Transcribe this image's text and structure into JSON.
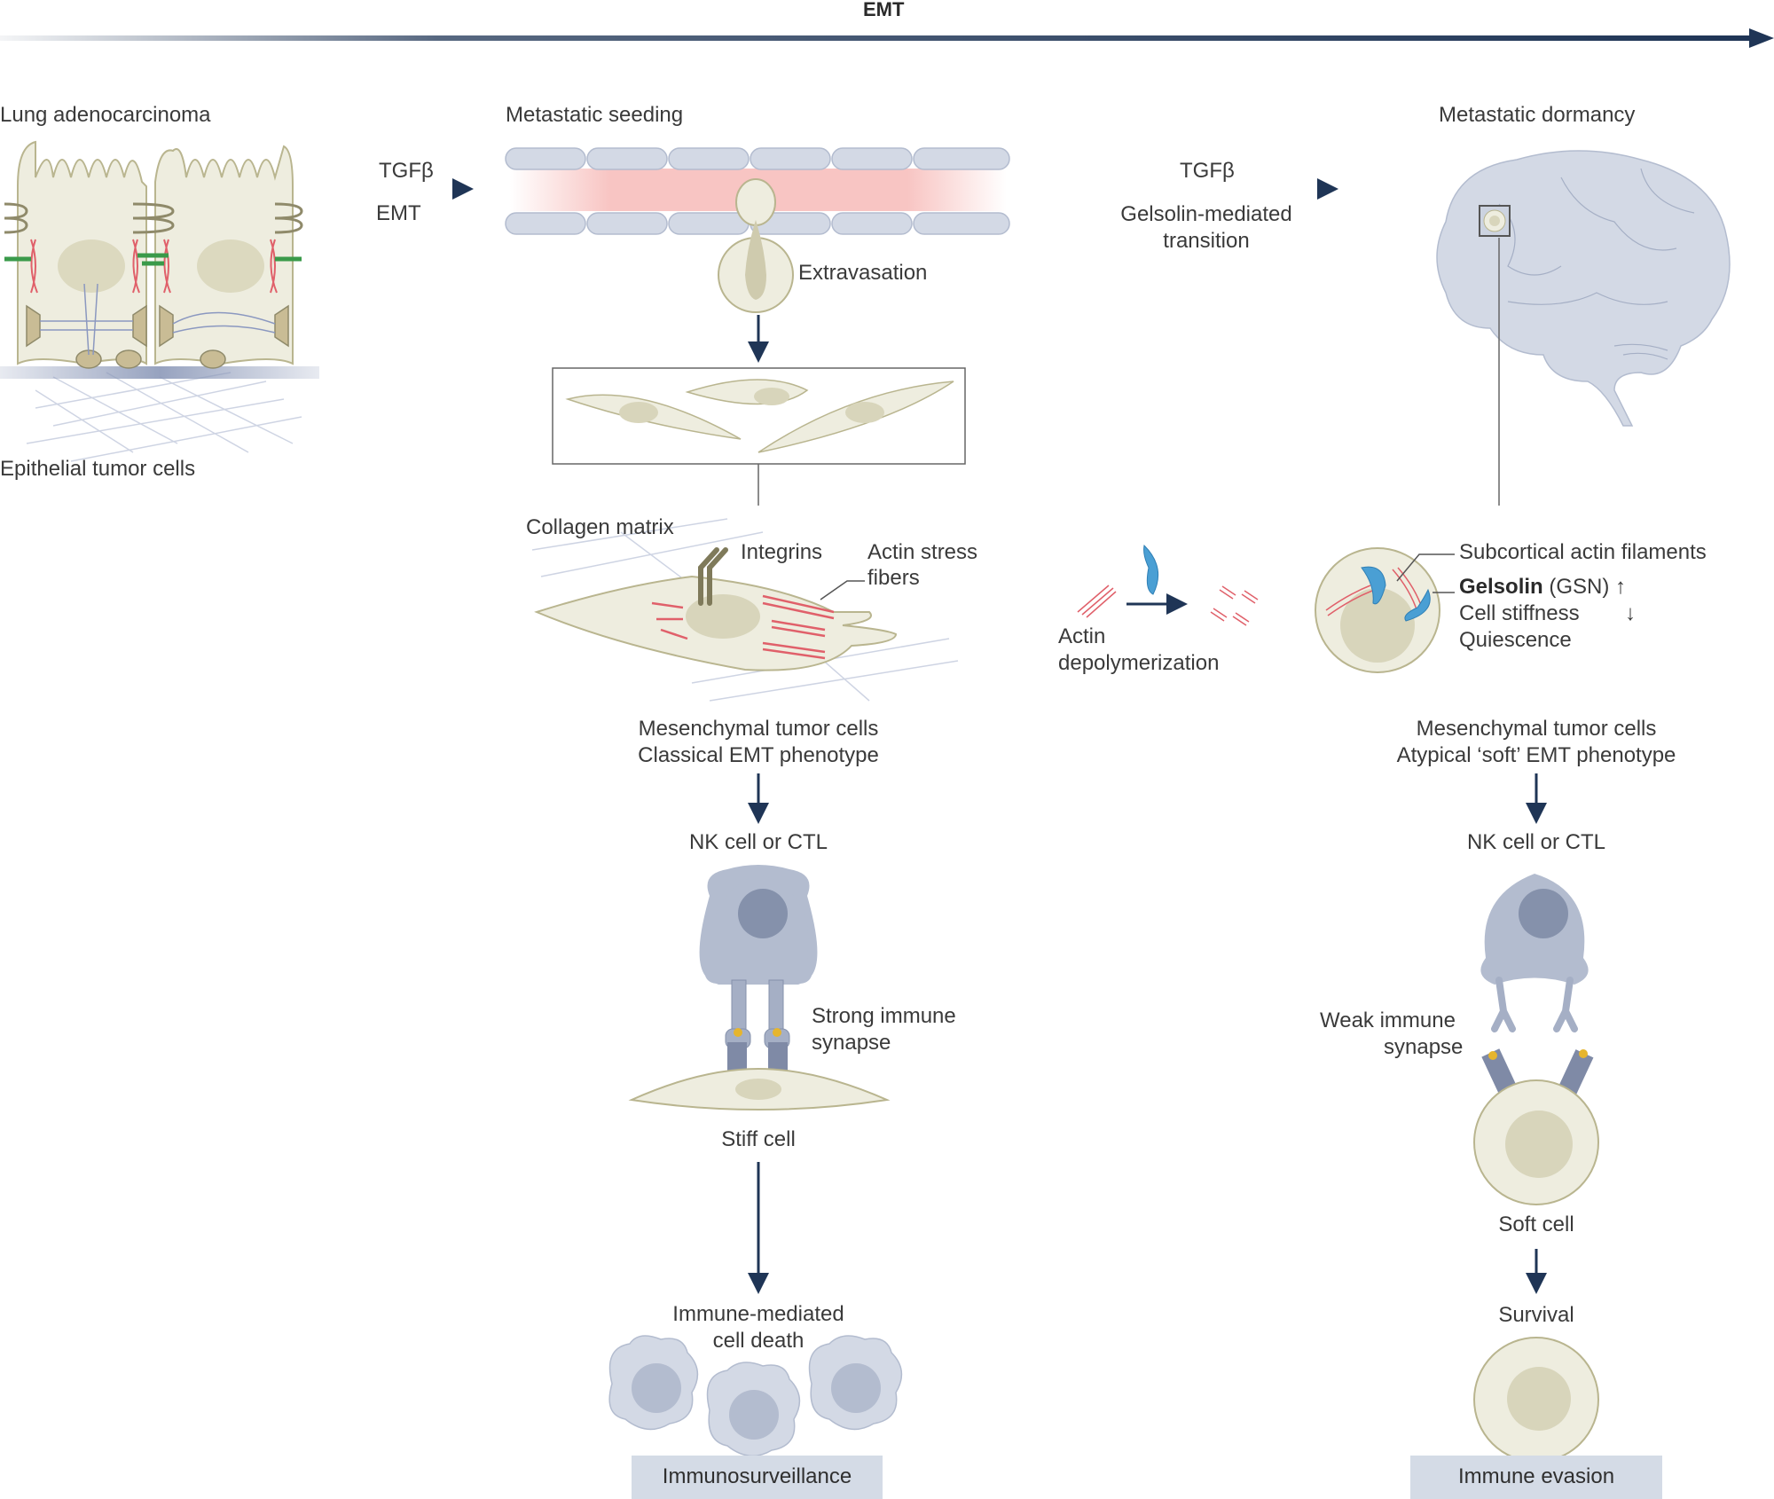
{
  "header": {
    "axis_label": "EMT"
  },
  "stages": {
    "primary": {
      "title": "Lung adenocarcinoma",
      "caption": "Epithelial tumor cells"
    },
    "seeding": {
      "title": "Metastatic seeding",
      "extravasation_label": "Extravasation"
    },
    "dormancy": {
      "title": "Metastatic dormancy"
    }
  },
  "transitions": {
    "first": {
      "top": "TGFβ",
      "bottom": "EMT"
    },
    "second": {
      "top": "TGFβ",
      "bottom_line1": "Gelsolin-mediated",
      "bottom_line2": "transition"
    },
    "actin": {
      "line1": "Actin",
      "line2": "depolymerization"
    }
  },
  "classical_panel": {
    "matrix_label": "Collagen matrix",
    "integrins_label": "Integrins",
    "stress_fibers_line1": "Actin stress",
    "stress_fibers_line2": "fibers",
    "caption_line1": "Mesenchymal tumor cells",
    "caption_line2": "Classical EMT phenotype"
  },
  "soft_panel": {
    "subcortical_label": "Subcortical actin filaments",
    "gelsolin_bold": "Gelsolin",
    "gelsolin_rest": "(GSN) ↑",
    "stiffness": "Cell stiffness",
    "stiffness_arrow": "↓",
    "quiescence": "Quiescence",
    "caption_line1": "Mesenchymal tumor cells",
    "caption_line2": "Atypical ‘soft’ EMT phenotype"
  },
  "left_branch": {
    "immune_cell": "NK cell or CTL",
    "synapse_line1": "Strong immune",
    "synapse_line2": "synapse",
    "target": "Stiff cell",
    "outcome_line1": "Immune-mediated",
    "outcome_line2": "cell death",
    "result": "Immunosurveillance"
  },
  "right_branch": {
    "immune_cell": "NK cell or CTL",
    "synapse_line1": "Weak immune",
    "synapse_line2": "synapse",
    "target": "Soft cell",
    "outcome": "Survival",
    "result": "Immune evasion"
  },
  "colors": {
    "arrow": "#1f3556",
    "cell_fill": "#eeeddf",
    "cell_stroke": "#b9b58f",
    "nucleus": "#d8d5bb",
    "immune_cell": "#b3bccf",
    "immune_nucleus": "#8591ab",
    "panel_bg": "#e7eaf1",
    "banner_bg": "#d4dbe6",
    "actin_red": "#e0606a",
    "gelsolin_blue": "#4a9fd4",
    "vessel_pink": "#f8c5c3",
    "endothelial": "#d3d9e5",
    "green_junction": "#3a9a4a",
    "ligand_yellow": "#e6b52d"
  }
}
